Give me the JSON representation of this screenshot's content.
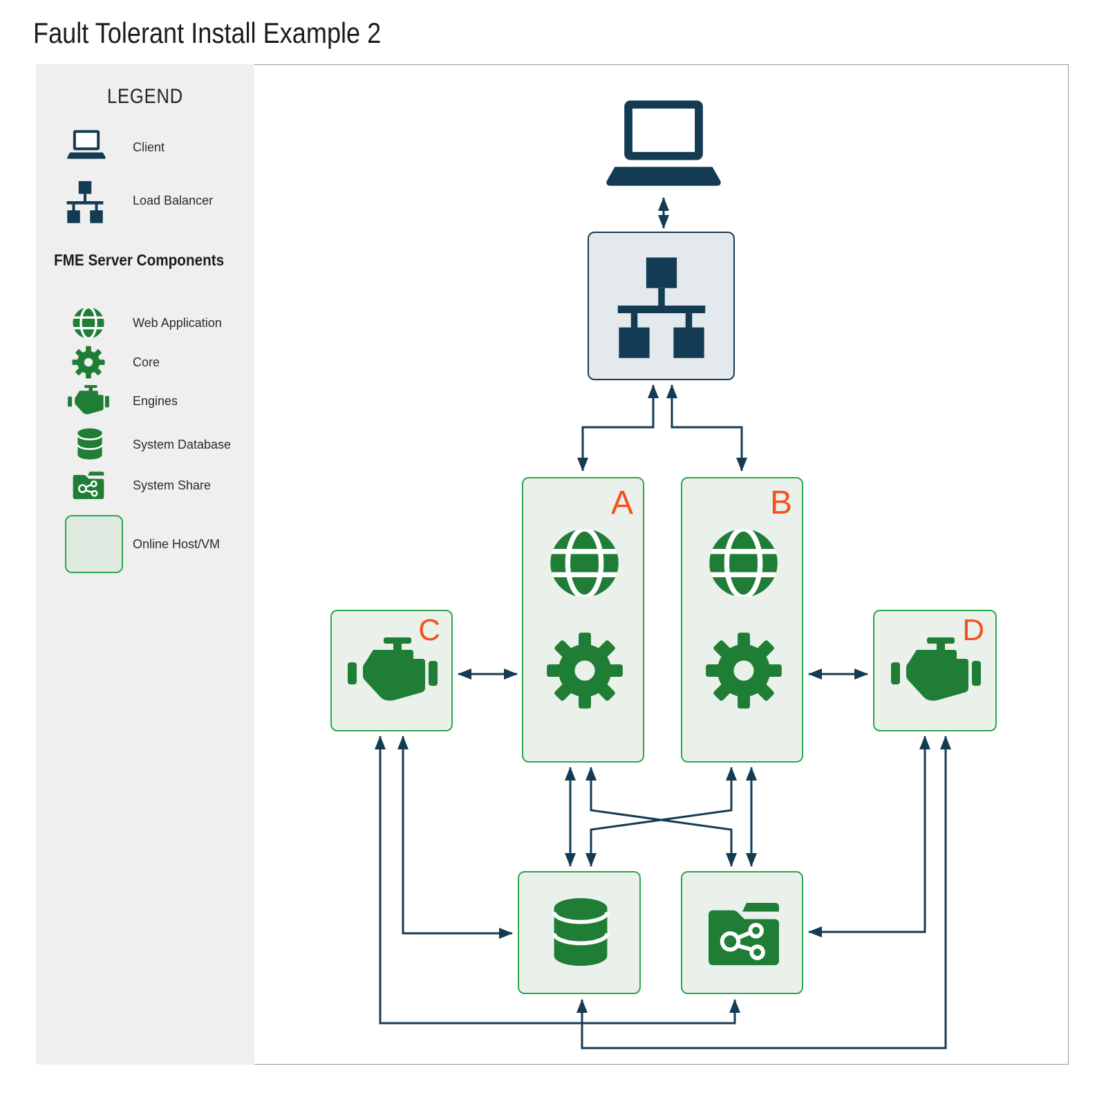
{
  "title": "Fault Tolerant Install Example 2",
  "colors": {
    "navy": "#143B54",
    "green": "#1F7D36",
    "green_border": "#2CA54E",
    "host_fill": "#E9F1EA",
    "lb_fill": "#E3E9EC",
    "orange": "#F4511E",
    "legend_bg": "#EFEFEF"
  },
  "legend": {
    "heading": "LEGEND",
    "items": [
      {
        "icon": "laptop-icon",
        "label": "Client"
      },
      {
        "icon": "load-balancer-icon",
        "label": "Load Balancer"
      }
    ],
    "components_heading": "FME Server Components",
    "components": [
      {
        "icon": "web-application-icon",
        "label": "Web Application"
      },
      {
        "icon": "core-icon",
        "label": "Core"
      },
      {
        "icon": "engines-icon",
        "label": "Engines"
      },
      {
        "icon": "system-database-icon",
        "label": "System Database"
      },
      {
        "icon": "system-share-icon",
        "label": "System Share"
      },
      {
        "icon": "online-host-box",
        "label": "Online Host/VM"
      }
    ]
  },
  "diagram": {
    "nodes": {
      "client": {
        "type": "client"
      },
      "load_balancer": {
        "type": "load-balancer"
      },
      "host_a": {
        "label": "A",
        "components": [
          "web-application",
          "core"
        ]
      },
      "host_b": {
        "label": "B",
        "components": [
          "web-application",
          "core"
        ]
      },
      "host_c": {
        "label": "C",
        "components": [
          "engine"
        ]
      },
      "host_d": {
        "label": "D",
        "components": [
          "engine"
        ]
      },
      "system_database": {
        "type": "system-database"
      },
      "system_share": {
        "type": "system-share"
      }
    },
    "connections": [
      "client <-> load_balancer",
      "load_balancer <-> host_a",
      "load_balancer <-> host_b",
      "host_c <-> host_a",
      "host_d <-> host_b",
      "host_a <-> system_database",
      "host_a <-> system_share",
      "host_b <-> system_database",
      "host_b <-> system_share",
      "host_c <-> system_database",
      "host_c <-> system_share",
      "host_d <-> system_database",
      "host_d <-> system_share"
    ]
  }
}
